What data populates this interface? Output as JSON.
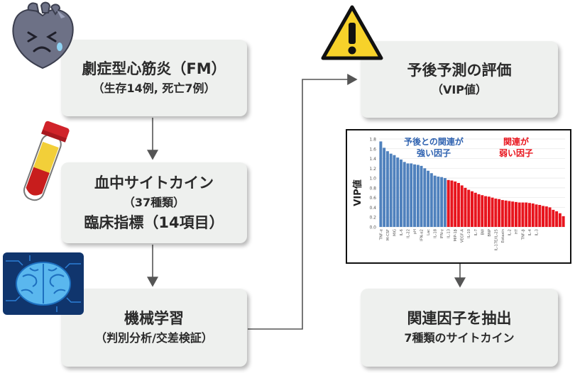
{
  "boxes": {
    "fm": {
      "line1": "劇症型心筋炎（FM）",
      "line2": "（生存14例, 死亡7例）"
    },
    "blood": {
      "line1": "血中サイトカイン",
      "line2": "（37種類）",
      "line3": "臨床指標（14項目）"
    },
    "ml": {
      "line1": "機械学習",
      "line2": "（判別分析/交差検証）"
    },
    "prog": {
      "line1": "予後予測の評価",
      "line2": "（VIP値）"
    },
    "result": {
      "line1": "関連因子を抽出",
      "line2": "7種類のサイトカイン"
    }
  },
  "icons": [
    "sick-heart-icon",
    "blood-tube-icon",
    "ai-brain-chip-icon",
    "warning-icon"
  ],
  "colors": {
    "strong": "#4f81bd",
    "weak": "#e8141d",
    "box": "#eef0ee",
    "arrow": "#555555"
  },
  "chart_data": {
    "type": "bar",
    "ylabel": "VIP値",
    "ylim": [
      0,
      1.8
    ],
    "yticks": [
      "0.0",
      "0.2",
      "0.4",
      "0.6",
      "0.8",
      "1.0",
      "1.2",
      "1.4",
      "1.6",
      "1.8"
    ],
    "annotations": {
      "strong": {
        "line1": "予後との関連が",
        "line2": "強い因子"
      },
      "weak": {
        "line1": "関連が",
        "line2": "弱い因子"
      }
    },
    "x_tick_labels": [
      "TNF-α",
      "M-CSF",
      "MIG",
      "IL-6",
      "IL-22",
      "pH",
      "IFN-α2",
      "Lac",
      "IL-18",
      "IFN-γ",
      "IL-13",
      "MIP-1β",
      "VEGF-A",
      "IL-10",
      "IL-7",
      "BW",
      "BNP",
      "IL-17E/IL-25",
      "Eotaxin",
      "IL-2",
      "HT",
      "TNF-β",
      "IL-4",
      "IL-3"
    ],
    "series": [
      {
        "group": "strong",
        "values": [
          1.75,
          1.62,
          1.55,
          1.5,
          1.47,
          1.42,
          1.38,
          1.33,
          1.3,
          1.3,
          1.28,
          1.27,
          1.25,
          1.2,
          1.15,
          1.1,
          1.05,
          1.03,
          1.02,
          1.0
        ]
      },
      {
        "group": "weak",
        "values": [
          0.96,
          0.95,
          0.93,
          0.9,
          0.85,
          0.8,
          0.76,
          0.73,
          0.7,
          0.67,
          0.65,
          0.63,
          0.62,
          0.6,
          0.58,
          0.57,
          0.55,
          0.54,
          0.53,
          0.52,
          0.51,
          0.5,
          0.5,
          0.5,
          0.49,
          0.48,
          0.46,
          0.45,
          0.43,
          0.42,
          0.4,
          0.35,
          0.32,
          0.28,
          0.22
        ]
      }
    ]
  }
}
